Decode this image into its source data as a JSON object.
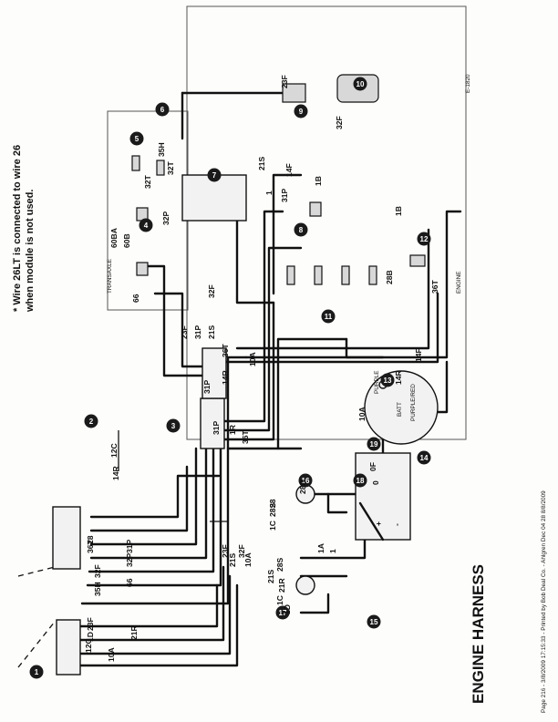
{
  "title": "ENGINE HARNESS",
  "figure_id": "E-1820",
  "note_line1": "* Wire 26LT is connected to wire 26",
  "note_line2": "when module is not used.",
  "footer_text": "Page 216 - 3/8/2009 17:15:33 - Printed by Bob Deal Co. - Ahlgren Dec 04 28 8/8/2009",
  "transaxle_label": "TRANSAXLE",
  "engine_label": "ENGINE",
  "callouts": [
    "1",
    "2",
    "3",
    "4",
    "5",
    "6",
    "7",
    "8",
    "9",
    "10",
    "11",
    "12",
    "13",
    "14",
    "15",
    "16",
    "17",
    "18",
    "19"
  ],
  "wire_labels": {
    "w23F_top": "23F",
    "w32F_top": "32F",
    "w35H": "35H",
    "w32T": "32T",
    "w32T_b": "32T",
    "w21S": "21S",
    "w14F": "14F",
    "w1B": "1B",
    "w1B_b": "1B",
    "w1": "1",
    "w31P": "31P",
    "w32P": "32P",
    "w60BA": "60BA",
    "w60B": "60B",
    "w66": "66",
    "w28B": "28B",
    "w36T": "36T",
    "w23F": "23F",
    "w21S_b": "21S",
    "w32F": "32F",
    "w31P_b": "31P",
    "w14R": "14R",
    "w36T_b": "36T",
    "w10A": "10A",
    "w14F_b": "14F",
    "w14R_b": "14R",
    "w12C": "12C",
    "w14R_c": "14R",
    "w28B_b": "28B",
    "w10A_b": "10A",
    "w0F": "0F",
    "w0": "0",
    "w1A": "1A",
    "w1_b": "1",
    "w28": "28",
    "w28S": "28S",
    "w1C": "1C",
    "w28_b": "28",
    "w36T_c": "36T",
    "w31P_c": "31P",
    "w32P_b": "32P",
    "w32F_b": "32F",
    "w35H_b": "35H",
    "w66_b": "66",
    "w23F_b": "23F",
    "w32F_c": "32F",
    "w10A_c": "10A",
    "w21S_c": "21S",
    "w28S_b": "28S",
    "w21S_d": "21S",
    "w21R": "21R",
    "w1C_b": "1C",
    "w1D": "1D",
    "w23F_c": "23F",
    "w21R_b": "21R",
    "w1D_b": "1D",
    "w12C_b": "12C",
    "w10A_d": "10A",
    "w31P_d": "31P",
    "w1R": "1R",
    "w36T_d": "36T",
    "w31P_e": "31P",
    "purple": "PURPLE",
    "purple_red": "PURPLE/RED",
    "batt": "BATT",
    "plus": "+",
    "minus": "-"
  }
}
